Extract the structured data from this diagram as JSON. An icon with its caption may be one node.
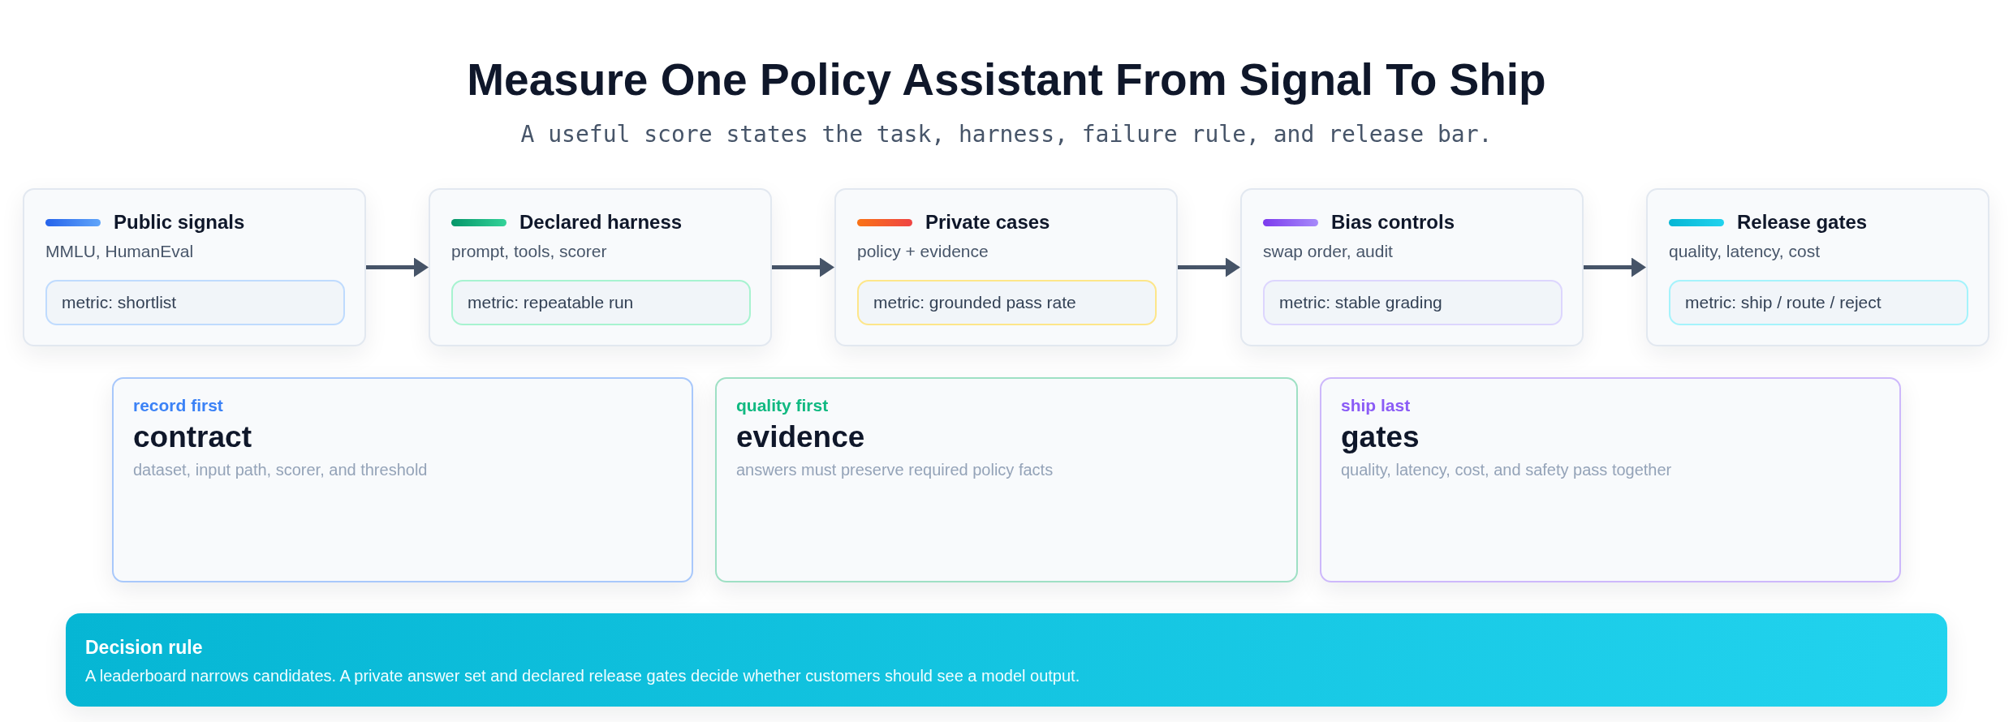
{
  "diagram": {
    "title": "Measure One Policy Assistant From Signal To Ship",
    "caption": "A useful score states the task, harness, failure rule, and release bar.",
    "nodes": [
      {
        "text": [
          "Public signals",
          "MMLU, HumanEval"
        ]
      },
      {
        "text": [
          "metric: shortlist"
        ],
        "in": 0
      },
      {
        "text": [
          "Declared harness",
          "prompt, tools, scorer"
        ]
      },
      {
        "text": [
          "metric: repeatable run"
        ],
        "in": 2
      },
      {
        "text": [
          "Private cases",
          "policy + evidence"
        ]
      },
      {
        "text": [
          "metric: grounded pass rate"
        ],
        "in": 4
      },
      {
        "text": [
          "Bias controls",
          "swap order, audit"
        ]
      },
      {
        "text": [
          "metric: stable grading"
        ],
        "in": 6
      },
      {
        "text": [
          "Release gates",
          "quality, latency, cost"
        ]
      },
      {
        "text": [
          "metric: ship / route / reject"
        ],
        "in": 8
      },
      {
        "text": [
          "record first",
          "contract",
          "dataset, input path, scorer, and threshold"
        ]
      },
      {
        "text": [
          "quality first",
          "evidence",
          "answers must preserve required policy facts"
        ]
      },
      {
        "text": [
          "ship last",
          "gates",
          "quality, latency, cost, and safety pass together"
        ]
      },
      {
        "text": [
          "Decision rule",
          "A leaderboard narrows candidates. A private answer set and declared release gates decide whether customers should see a model output."
        ]
      }
    ],
    "edges": [
      {
        "from": 0,
        "to": 2,
        "arrow": "to"
      },
      {
        "from": 2,
        "to": 4,
        "arrow": "to"
      },
      {
        "from": 4,
        "to": 6,
        "arrow": "to"
      },
      {
        "from": 6,
        "to": 8,
        "arrow": "to"
      }
    ]
  }
}
